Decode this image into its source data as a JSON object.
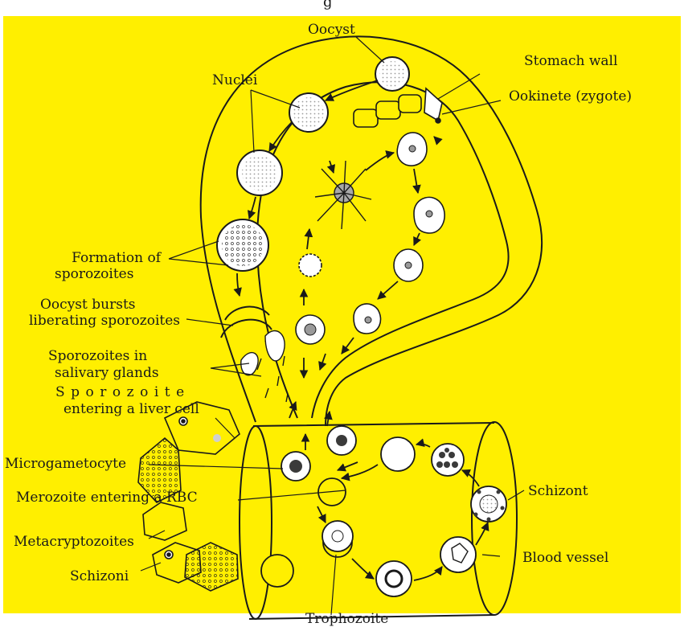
{
  "header": {
    "fragment": "g"
  },
  "labels": {
    "oocyst": "Oocyst",
    "nuclei": "Nuclei",
    "stomach_wall": "Stomach wall",
    "ookinete": "Ookinete (zygote)",
    "formation_1": "Formation of",
    "formation_2": "sporozoites",
    "bursts_1": "Oocyst bursts",
    "bursts_2": "liberating sporozoites",
    "salivary_1": "Sporozoites in",
    "salivary_2": "salivary glands",
    "liver_1": "Sporozoite",
    "liver_2": "entering a liver cell",
    "microgametocyte": "Microgametocyte",
    "merozoite": "Merozoite entering a RBC",
    "metacryptozoites": "Metacryptozoites",
    "schizoni": "Schizoni",
    "schizont": "Schizont",
    "blood_vessel": "Blood vessel",
    "trophozoite": "Trophozoite"
  },
  "colors": {
    "background": "#ffef00",
    "line": "#1a1a1a",
    "cell_fill": "#ffffff",
    "stipple": "#bdbdbd"
  }
}
